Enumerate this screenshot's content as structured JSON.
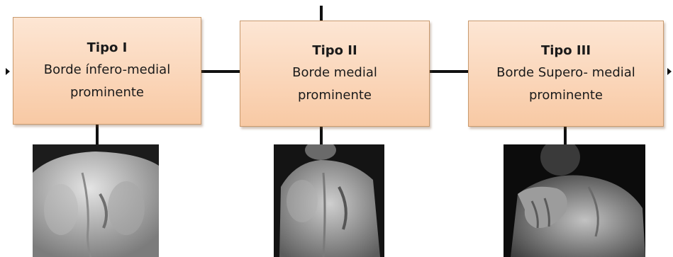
{
  "boxes": [
    {
      "title": "Tipo I",
      "description": "Borde ínfero-medial\nprominente",
      "photo": "back-photo-type-1"
    },
    {
      "title": "Tipo II",
      "description": "Borde medial\nprominente",
      "photo": "back-photo-type-2"
    },
    {
      "title": "Tipo III",
      "description": "Borde Supero- medial\nprominente",
      "photo": "back-photo-type-3"
    }
  ],
  "colors": {
    "box_top": "#fde6d4",
    "box_bottom": "#f8c9a4",
    "box_border": "#c99a6e",
    "connector": "#111111"
  }
}
